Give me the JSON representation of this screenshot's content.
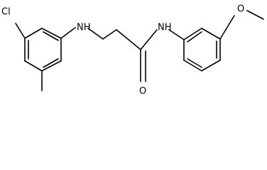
{
  "molecule": {
    "atoms": {
      "cl": "Cl",
      "nh_left": "NH",
      "nh_right": "NH",
      "o_carbonyl": "O",
      "o_methoxy": "O"
    }
  },
  "colors": {
    "ink": "#000000",
    "background": "#ffffff"
  }
}
